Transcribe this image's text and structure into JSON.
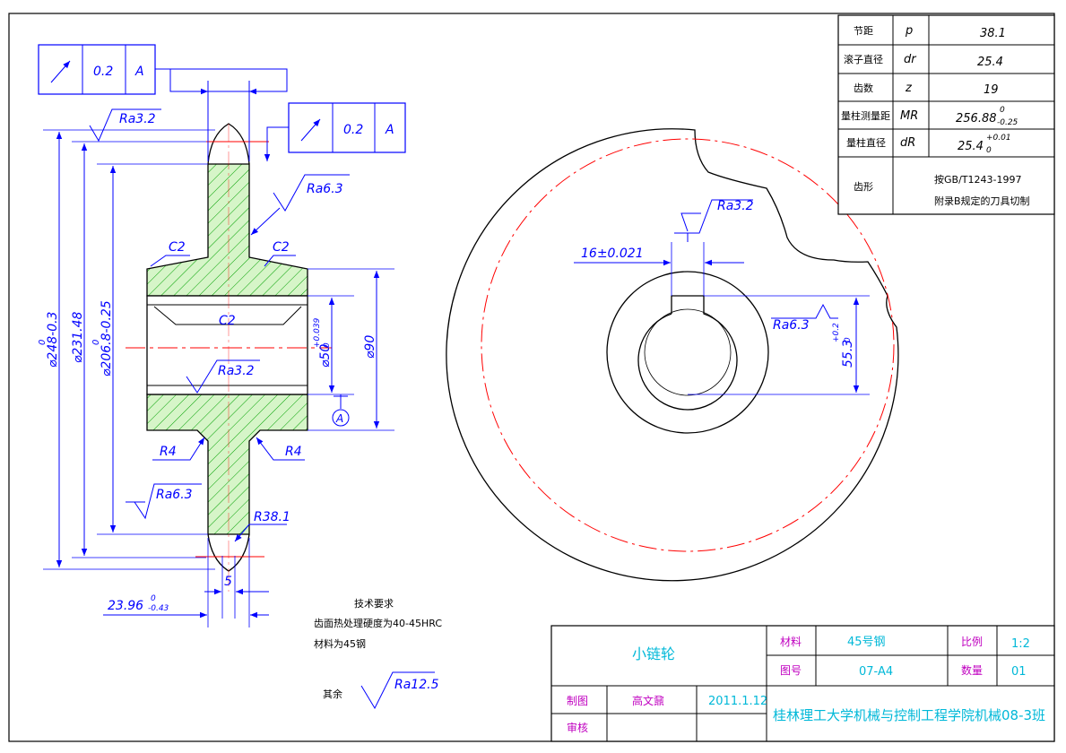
{
  "labels": {
    "gtol1_tol": "0.2",
    "gtol1_datum": "A",
    "gtol2_tol": "0.2",
    "gtol2_datum": "A",
    "ra_top": "Ra3.2",
    "ra_web": "Ra6.3",
    "ra_bore": "Ra3.2",
    "ra_web_low": "Ra6.3",
    "ra_key": "Ra3.2",
    "ra_keyface": "Ra6.3",
    "c2_left": "C2",
    "c2_right": "C2",
    "c2_bore": "C2",
    "r4_left": "R4",
    "r4_right": "R4",
    "r38": "R38.1",
    "dia248": "⌀248-0.3",
    "dia248_sup": "0",
    "dia231": "⌀231.48",
    "dia206": "⌀206.8-0.25",
    "dia206_sup": "0",
    "dia50": "⌀50",
    "dia50_sup": "+0.039",
    "dia50_sub": "0",
    "dia90": "⌀90",
    "datum_a": "A",
    "width5": "5",
    "w2396": "23.96",
    "w2396_sup": "0",
    "w2396_sub": "-0.43",
    "key16": "16±0.021",
    "key553": "55.3",
    "key553_sup": "+0.2",
    "key553_sub": "0",
    "tech_title": "技术要求",
    "tech_1": "齿面热处理硬度为40-45HRC",
    "tech_2": "材料为45钢",
    "rest_label": "其余",
    "ra_rest": "Ra12.5"
  },
  "param_table": {
    "rows": [
      {
        "name": "节距",
        "sym": "p",
        "val": "38.1"
      },
      {
        "name": "滚子直径",
        "sym": "dr",
        "val": "25.4"
      },
      {
        "name": "齿数",
        "sym": "z",
        "val": "19"
      },
      {
        "name": "量柱测量距",
        "sym": "MR",
        "val": "256.88",
        "val_sup": "0",
        "val_sub": "-0.25"
      },
      {
        "name": "量柱直径",
        "sym": "dR",
        "val": "25.4",
        "val_sup": "+0.01",
        "val_sub": "0"
      },
      {
        "name": "齿形",
        "sym": "",
        "val": "按GB/T1243-1997",
        "val2": "附录B规定的刀具切制"
      }
    ]
  },
  "title_block": {
    "part_name": "小链轮",
    "material_label": "材料",
    "material": "45号钢",
    "scale_label": "比例",
    "scale": "1:2",
    "drawing_no_label": "图号",
    "drawing_no": "07-A4",
    "qty_label": "数量",
    "qty": "01",
    "drawn_label": "制图",
    "drawer": "高文鼐",
    "date": "2011.1.12",
    "check_label": "审核",
    "school": "桂林理工大学机械与控制工程学院机械08-3班"
  },
  "colors": {
    "dim": "#0000ff",
    "outline": "#000000",
    "center": "#ff0000",
    "hatch": "#00a000",
    "fill": "#d6f5c8",
    "title": "#00b8d8"
  }
}
